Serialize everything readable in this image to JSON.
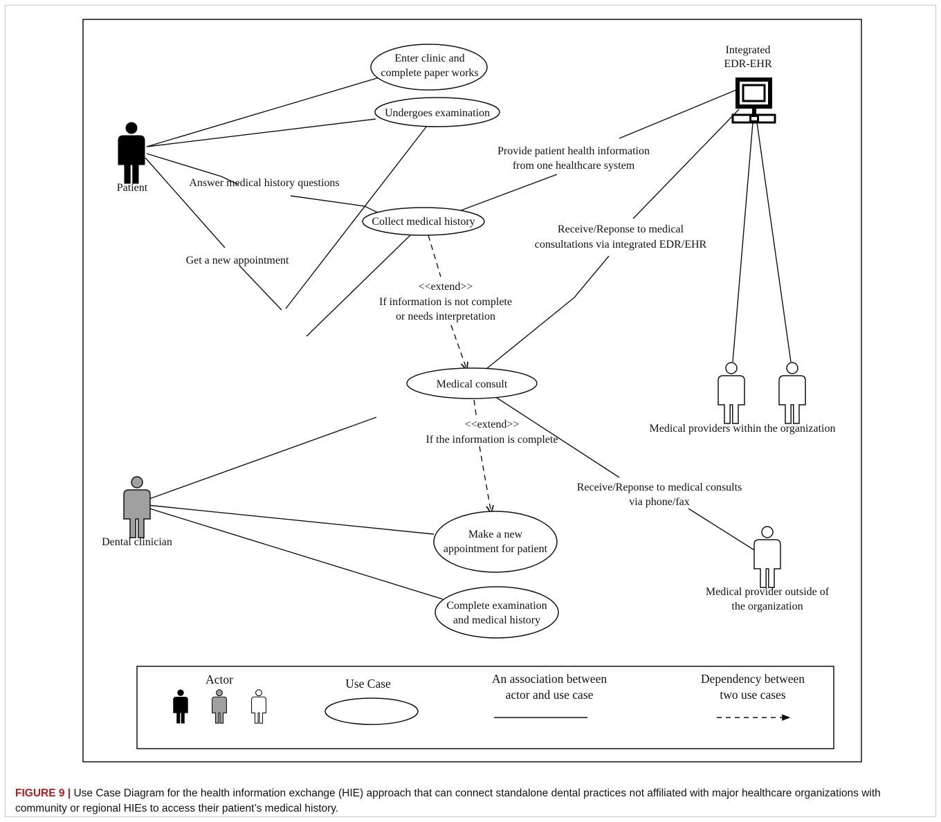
{
  "figure": {
    "label": "FIGURE 9 |",
    "caption": " Use Case Diagram for the health information exchange (HIE) approach that can connect standalone dental practices not affiliated with major healthcare organizations with community or regional HIEs to access their patient’s medical history."
  },
  "actors": {
    "patient": "Patient",
    "dental_clinician": "Dental clinician",
    "system_line1": "Integrated",
    "system_line2": "EDR-EHR",
    "providers_within": "Medical providers within the organization",
    "provider_outside_line1": "Medical provider outside of",
    "provider_outside_line2": "the organization"
  },
  "use_cases": {
    "enter_clinic_line1": "Enter clinic and",
    "enter_clinic_line2": "complete paper works",
    "undergoes_exam": "Undergoes examination",
    "collect_history": "Collect medical history",
    "medical_consult": "Medical consult",
    "new_appt_line1": "Make a new",
    "new_appt_line2": "appointment for patient",
    "complete_exam_line1": "Complete examination",
    "complete_exam_line2": "and medical history"
  },
  "edge_labels": {
    "answer_questions": "Answer medical history questions",
    "get_appointment": "Get a new appointment",
    "provide_info_line1": "Provide patient health information",
    "provide_info_line2": "from one healthcare system",
    "receive_integrated_line1": "Receive/Reponse to medical",
    "receive_integrated_line2": "consultations via integrated EDR/EHR",
    "extend1_stereotype": "<<extend>>",
    "extend1_line1": "If information is not complete",
    "extend1_line2": "or needs interpretation",
    "extend2_stereotype": "<<extend>>",
    "extend2_line1": "If the information is complete",
    "receive_phone_line1": "Receive/Reponse to medical consults",
    "receive_phone_line2": "via phone/fax"
  },
  "legend": {
    "actor": "Actor",
    "use_case": "Use Case",
    "association_line1": "An association between",
    "association_line2": "actor and use case",
    "dependency_line1": "Dependency between",
    "dependency_line2": "two use cases"
  },
  "colors": {
    "patient_actor": "#000000",
    "clinician_actor": "#a0a0a0",
    "external_actor": "#ffffff",
    "caption_label": "#b01e1e"
  }
}
